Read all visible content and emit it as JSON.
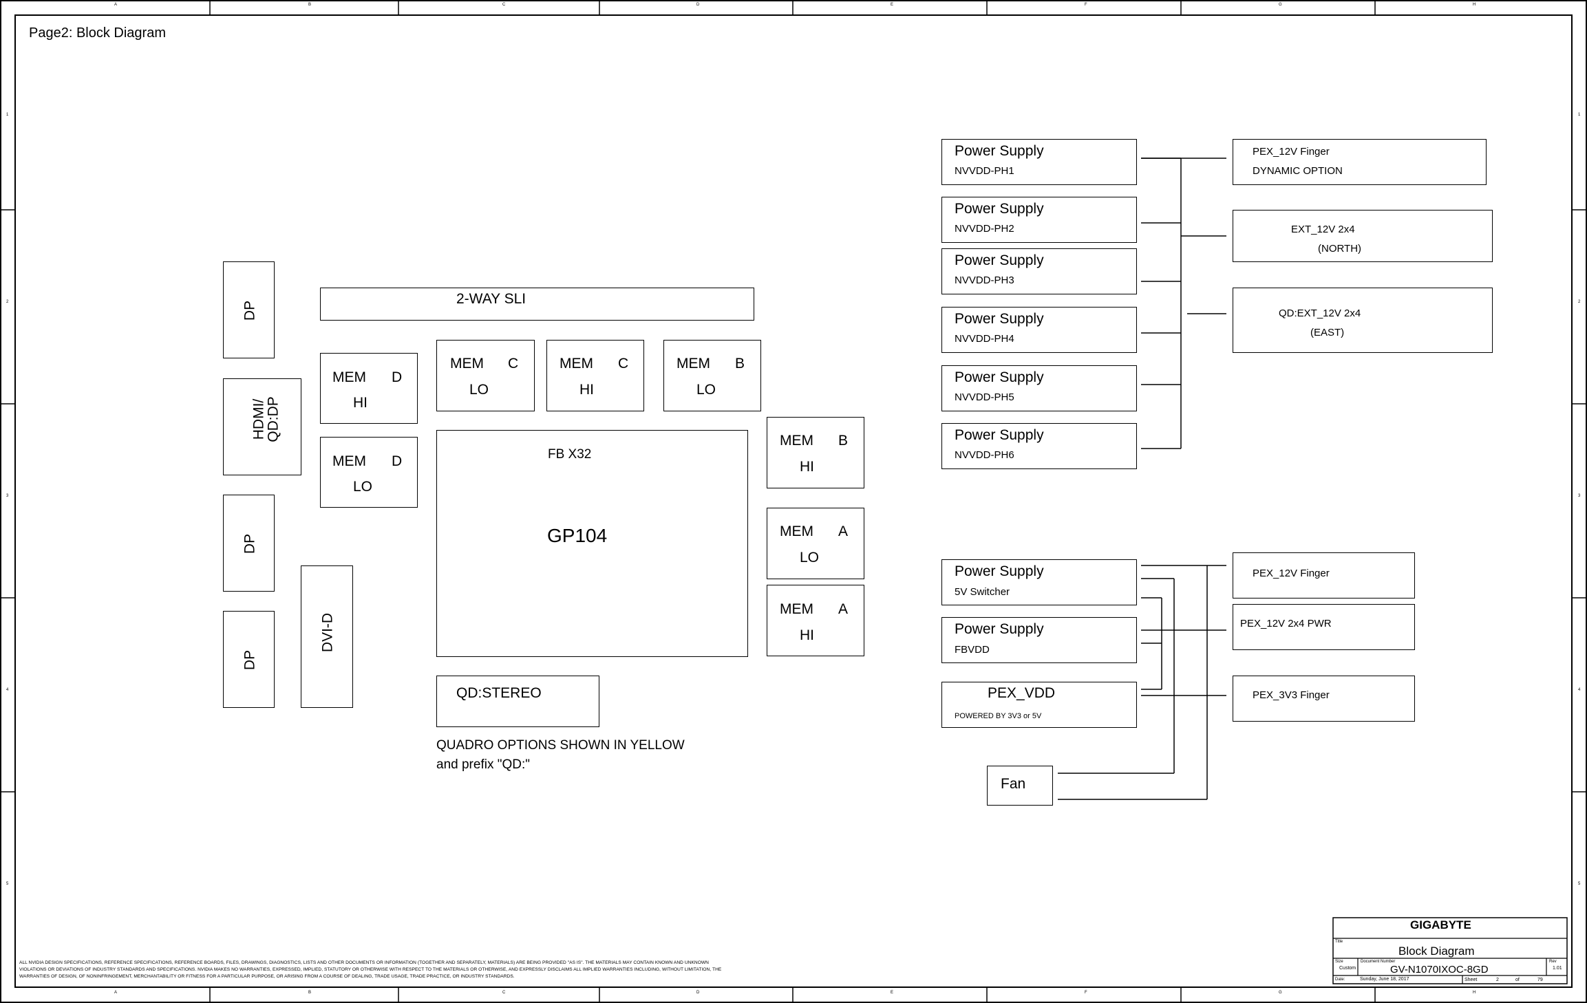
{
  "page_title": "Page2: Block Diagram",
  "border": {
    "columns": [
      "A",
      "B",
      "C",
      "D",
      "E",
      "F",
      "G",
      "H"
    ],
    "rows": [
      "1",
      "2",
      "3",
      "4",
      "5"
    ]
  },
  "connectors": {
    "dp1": "DP",
    "hdmi": "HDMI/\nQD:DP",
    "hdmi_line1": "HDMI/",
    "hdmi_line2": "QD:DP",
    "dp2": "DP",
    "dp3": "DP",
    "dvi": "DVI-D"
  },
  "sli": "2-WAY SLI",
  "memory": [
    {
      "id": "mem-d-hi",
      "l1": "MEM",
      "ch": "D",
      "l2": "HI"
    },
    {
      "id": "mem-d-lo",
      "l1": "MEM",
      "ch": "D",
      "l2": "LO"
    },
    {
      "id": "mem-c-lo",
      "l1": "MEM",
      "ch": "C",
      "l2": "LO"
    },
    {
      "id": "mem-c-hi",
      "l1": "MEM",
      "ch": "C",
      "l2": "HI"
    },
    {
      "id": "mem-b-lo",
      "l1": "MEM",
      "ch": "B",
      "l2": "LO"
    },
    {
      "id": "mem-b-hi",
      "l1": "MEM",
      "ch": "B",
      "l2": "HI"
    },
    {
      "id": "mem-a-lo",
      "l1": "MEM",
      "ch": "A",
      "l2": "LO"
    },
    {
      "id": "mem-a-hi",
      "l1": "MEM",
      "ch": "A",
      "l2": "HI"
    }
  ],
  "gpu": {
    "fb": "FB X32",
    "name": "GP104"
  },
  "stereo": "QD:STEREO",
  "note_line1": "QUADRO OPTIONS SHOWN IN YELLOW",
  "note_line2": "and prefix \"QD:\"",
  "power_supplies": [
    {
      "title": "Power Supply",
      "sub": "NVVDD-PH1"
    },
    {
      "title": "Power Supply",
      "sub": "NVVDD-PH2"
    },
    {
      "title": "Power Supply",
      "sub": "NVVDD-PH3"
    },
    {
      "title": "Power Supply",
      "sub": "NVVDD-PH4"
    },
    {
      "title": "Power Supply",
      "sub": "NVVDD-PH5"
    },
    {
      "title": "Power Supply",
      "sub": "NVVDD-PH6"
    }
  ],
  "sources_top": [
    {
      "l1": "PEX_12V Finger",
      "l2": "DYNAMIC OPTION"
    },
    {
      "l1": "EXT_12V 2x4",
      "l2": "(NORTH)"
    },
    {
      "l1": "QD:EXT_12V 2x4",
      "l2": "(EAST)"
    }
  ],
  "lower_supplies": [
    {
      "title": "Power Supply",
      "sub": "5V Switcher"
    },
    {
      "title": "Power Supply",
      "sub": "FBVDD"
    },
    {
      "title": "PEX_VDD",
      "sub": "POWERED BY 3V3 or 5V"
    }
  ],
  "fan": "Fan",
  "sources_bottom": [
    "PEX_12V Finger",
    "PEX_12V 2x4 PWR",
    "PEX_3V3 Finger"
  ],
  "disclaimer": "ALL NVIDIA DESIGN SPECIFICATIONS, REFERENCE SPECIFICATIONS, REFERENCE BOARDS, FILES, DRAWINGS, DIAGNOSTICS, LISTS AND OTHER DOCUMENTS OR INFORMATION (TOGETHER AND SEPARATELY, MATERIALS) ARE BEING PROVIDED \"AS IS\". THE MATERIALS MAY CONTAIN KNOWN AND UNKNOWN VIOLATIONS OR DEVIATIONS OF INDUSTRY STANDARDS AND SPECIFICATIONS. NVIDIA MAKES NO WARRANTIES, EXPRESSED, IMPLIED, STATUTORY OR OTHERWISE WITH RESPECT TO THE MATERIALS OR OTHERWISE, AND EXPRESSLY DISCLAIMS ALL IMPLIED WARRANTIES INCLUDING, WITHOUT LIMITATION, THE WARRANTIES OF DESIGN, OF NONINFRINGEMENT, MERCHANTABILITY OR FITNESS FOR A PARTICULAR PURPOSE, OR ARISING FROM A COURSE OF DEALING, TRADE USAGE, TRADE PRACTICE, OR INDUSTRY STANDARDS.",
  "title_block": {
    "company": "GIGABYTE",
    "title_label": "Title",
    "title": "Block Diagram",
    "size_label": "Size",
    "size": "Custom",
    "docnum_label": "Document Number",
    "docnum": "GV-N1070IXOC-8GD",
    "rev_label": "Rev",
    "rev": "1.01",
    "date_label": "Date:",
    "date": "Sunday, June 18, 2017",
    "sheet_label": "Sheet",
    "sheet": "2",
    "of_label": "of",
    "total": "79"
  }
}
